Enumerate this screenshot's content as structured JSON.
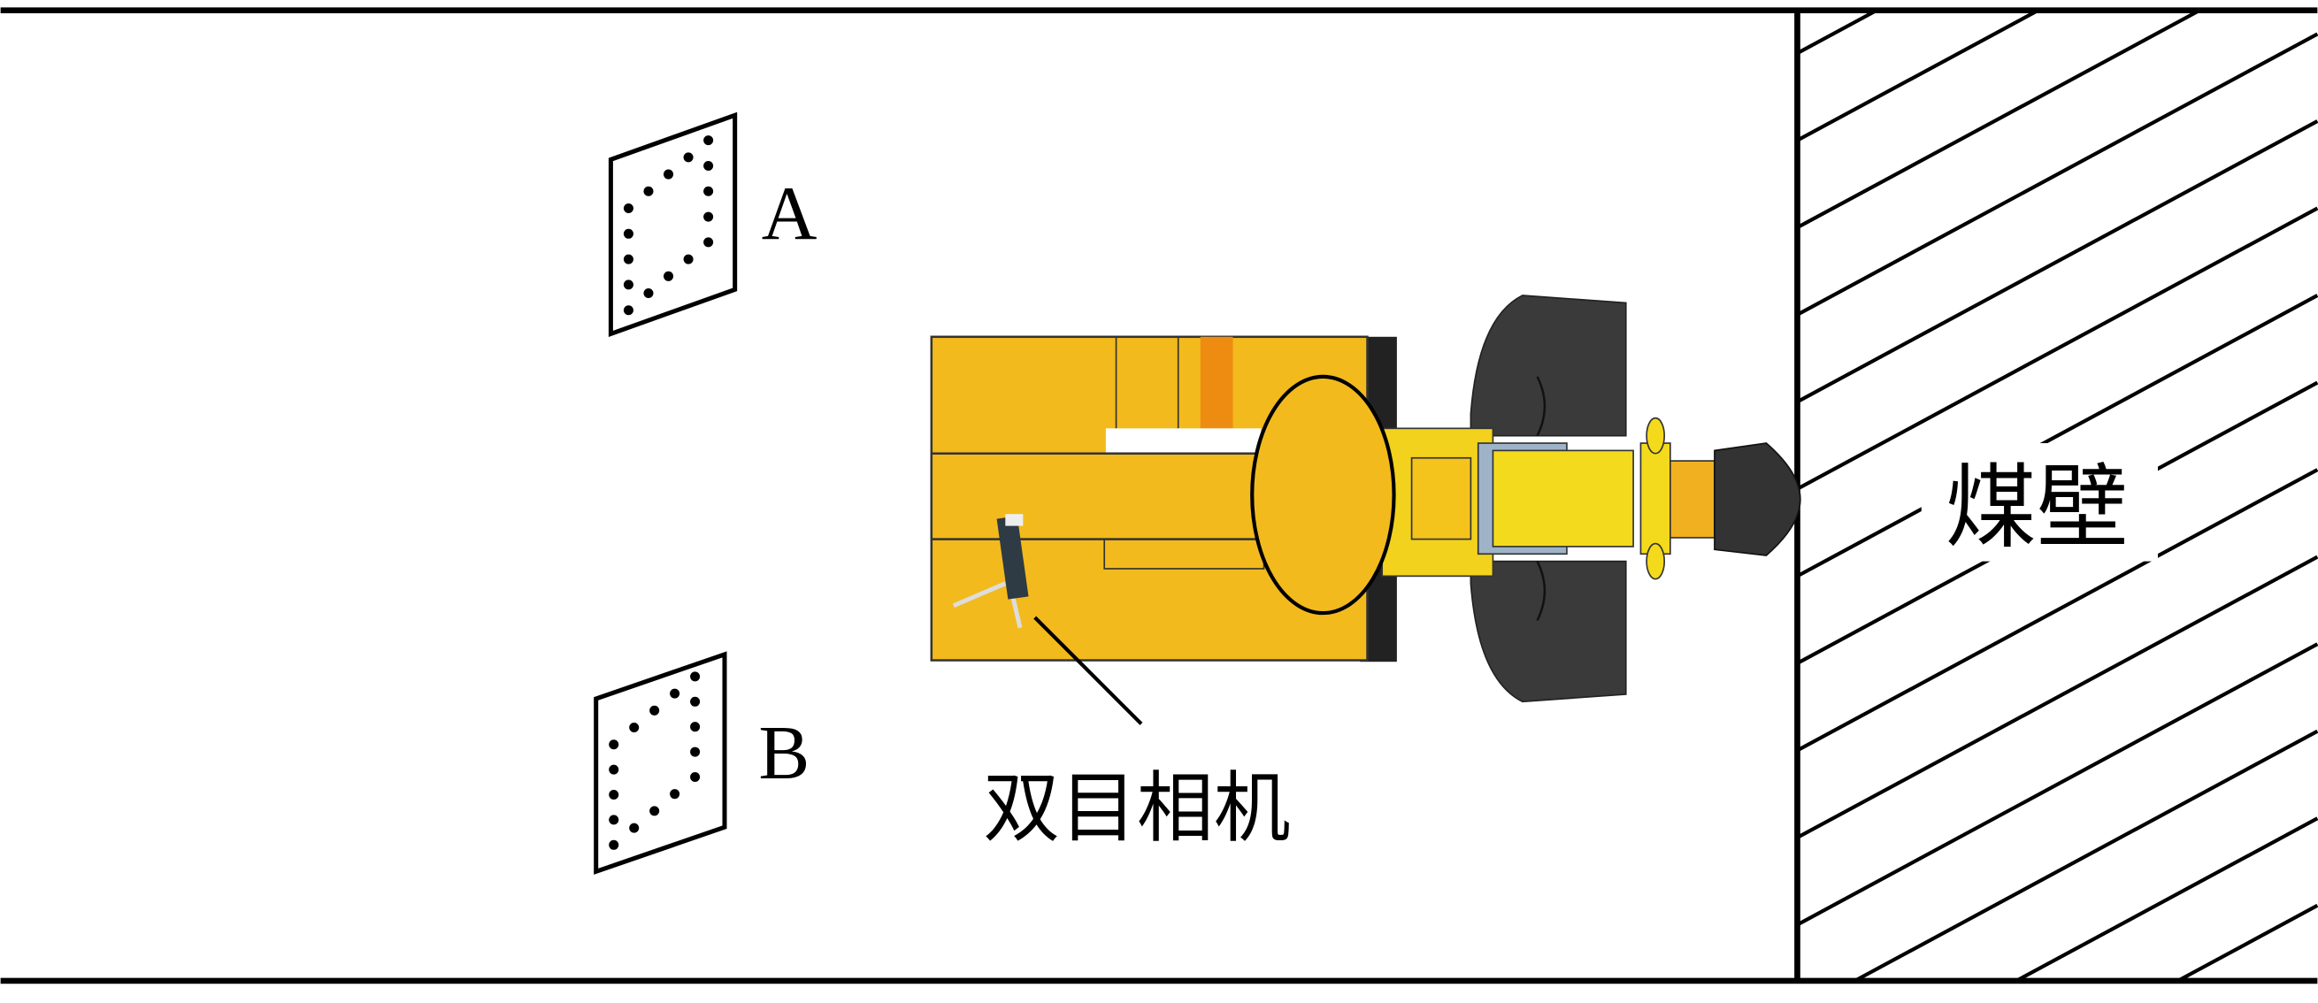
{
  "labels": {
    "target_a": "A",
    "target_b": "B",
    "camera": "双目相机",
    "coal_wall": "煤壁"
  },
  "colors": {
    "machine_yellow": "#F2BA1C",
    "machine_orange": "#EE8C12",
    "boom_yellow": "#F4DA1C",
    "cutter_dark": "#3A3A3A",
    "line": "#000000"
  }
}
